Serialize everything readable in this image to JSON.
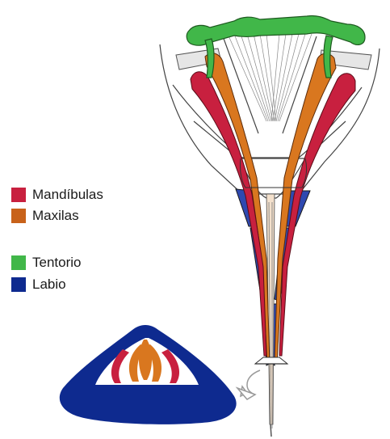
{
  "legend": {
    "items": [
      {
        "label": "Mandíbulas",
        "color": "#c8203f"
      },
      {
        "label": "Maxilas",
        "color": "#c8621a"
      },
      {
        "label": "Tentorio",
        "color": "#41b749"
      },
      {
        "label": "Labio",
        "color": "#0e2a8f"
      }
    ]
  },
  "colors": {
    "mandible": "#c8203f",
    "maxilla": "#d9771f",
    "tentorium": "#41b749",
    "labium": "#2f49b0",
    "labium_dark": "#0e2a8f",
    "outline": "#333333"
  },
  "icons": {
    "cross_section": "mouthparts-cross-section-icon",
    "arrow": "curved-arrow-icon"
  }
}
